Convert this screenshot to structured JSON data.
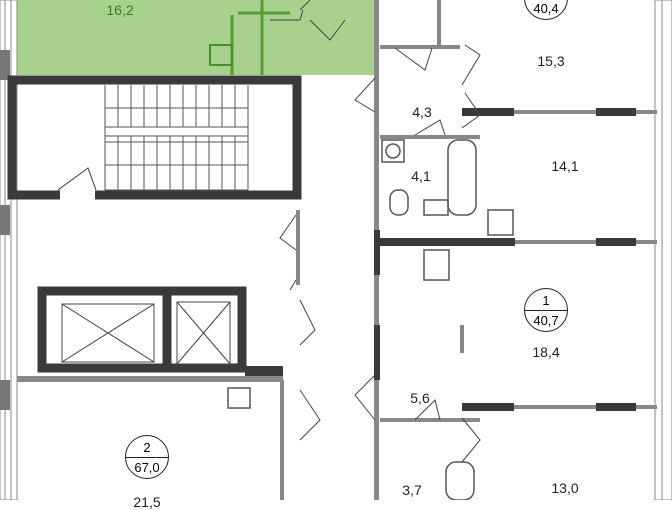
{
  "rooms": {
    "green_room_area": "16,2",
    "room_15_3": "15,3",
    "hall_4_3": "4,3",
    "room_14_1": "14,1",
    "bath_4_1": "4,1",
    "room_18_4": "18,4",
    "hall_5_6": "5,6",
    "bath_3_7": "3,7",
    "room_13_0": "13,0",
    "room_21_5": "21,5"
  },
  "apartments": [
    {
      "number": "",
      "area": "40,4"
    },
    {
      "number": "1",
      "area": "40,7"
    },
    {
      "number": "2",
      "area": "67,0"
    }
  ],
  "colors": {
    "highlight": "#a9d18e",
    "wall": "#3a3a3a",
    "partition": "#888888"
  }
}
